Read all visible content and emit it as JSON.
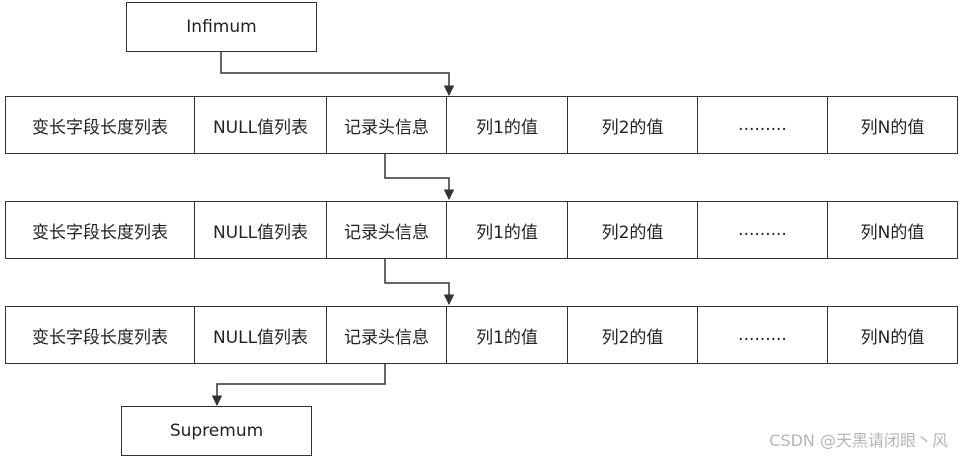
{
  "infimum": "Infimum",
  "supremum": "Supremum",
  "rows": [
    {
      "cells": [
        "变长字段长度列表",
        "NULL值列表",
        "记录头信息",
        "列1的值",
        "列2的值",
        ".........",
        "列N的值"
      ]
    },
    {
      "cells": [
        "变长字段长度列表",
        "NULL值列表",
        "记录头信息",
        "列1的值",
        "列2的值",
        ".........",
        "列N的值"
      ]
    },
    {
      "cells": [
        "变长字段长度列表",
        "NULL值列表",
        "记录头信息",
        "列1的值",
        "列2的值",
        ".........",
        "列N的值"
      ]
    }
  ],
  "watermark": "CSDN @天黑请闭眼丶风",
  "colors": {
    "border": "#333333",
    "arrow": "#333333",
    "watermark": "#b5b5b5"
  }
}
